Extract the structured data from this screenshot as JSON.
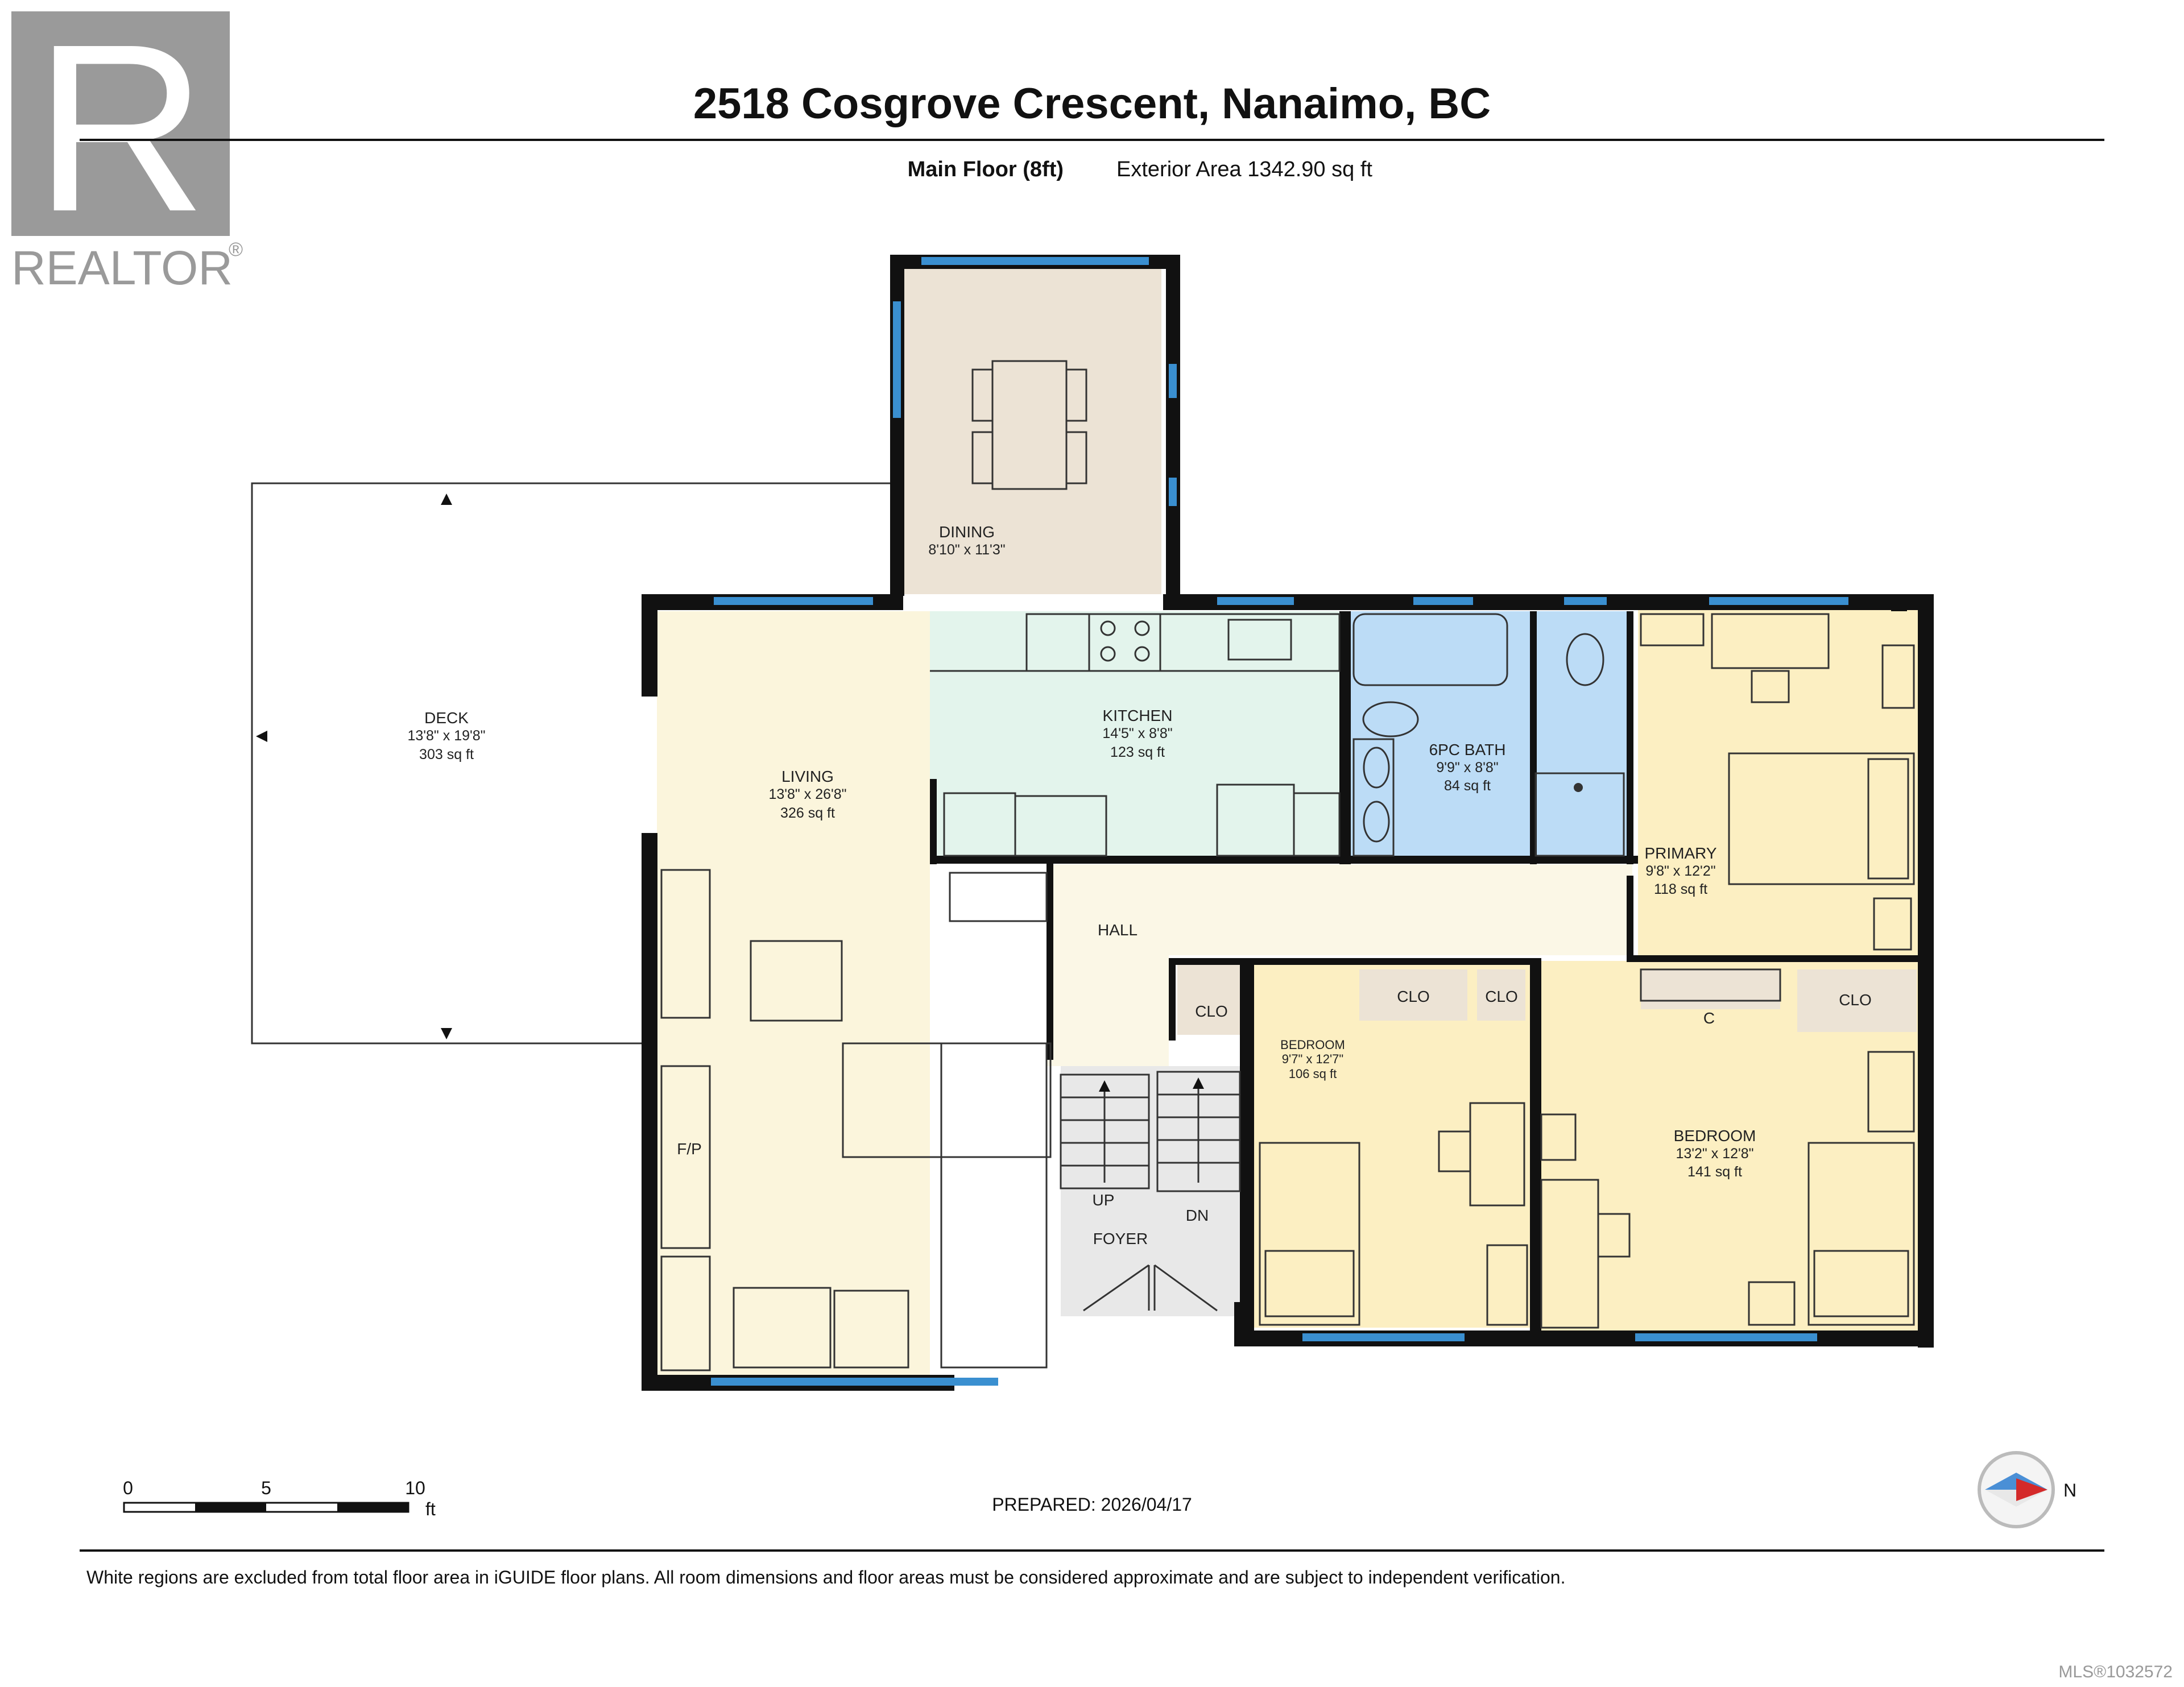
{
  "header": {
    "address": "2518 Cosgrove Crescent, Nanaimo, BC",
    "floor_label": "Main Floor (8ft)",
    "exterior_area": "Exterior Area 1342.90 sq ft"
  },
  "logo": {
    "letter": "R",
    "text": "REALTOR",
    "registered": "®"
  },
  "rooms": {
    "dining": {
      "name": "DINING",
      "dims": "8'10\" x 11'3\""
    },
    "deck": {
      "name": "DECK",
      "dims": "13'8\" x 19'8\"",
      "area": "303 sq ft"
    },
    "kitchen": {
      "name": "KITCHEN",
      "dims": "14'5\" x 8'8\"",
      "area": "123 sq ft"
    },
    "bath": {
      "name": "6PC BATH",
      "dims": "9'9\" x 8'8\"",
      "area": "84 sq ft"
    },
    "primary": {
      "name": "PRIMARY",
      "dims": "9'8\" x 12'2\"",
      "area": "118 sq ft"
    },
    "living": {
      "name": "LIVING",
      "dims": "13'8\" x 26'8\"",
      "area": "326 sq ft"
    },
    "hall": {
      "name": "HALL"
    },
    "bedroom1": {
      "name": "BEDROOM",
      "dims": "9'7\" x 12'7\"",
      "area": "106 sq ft"
    },
    "bedroom2": {
      "name": "BEDROOM",
      "dims": "13'2\" x 12'8\"",
      "area": "141 sq ft"
    },
    "foyer": {
      "name": "FOYER"
    }
  },
  "labels": {
    "clo": "CLO",
    "c": "C",
    "up": "UP",
    "dn": "DN",
    "fp": "F/P"
  },
  "scale": {
    "t0": "0",
    "t5": "5",
    "t10": "10",
    "unit": "ft"
  },
  "prepared": "PREPARED: 2026/04/17",
  "compass": {
    "label": "N"
  },
  "disclaimer": "White regions are excluded from total floor area in iGUIDE floor plans. All room dimensions and floor areas must be considered approximate and are subject to independent verification.",
  "mls": "MLS®1032572",
  "colors": {
    "living": "#fbf5dc",
    "dining": "#ece3d5",
    "kitchen": "#e3f4ec",
    "bath": "#bcdcf6",
    "bedroom": "#fcefc2",
    "hall": "#fbf7e6",
    "foyer": "#e8e8e8",
    "window": "#3a8fd0",
    "wall": "#111111"
  }
}
